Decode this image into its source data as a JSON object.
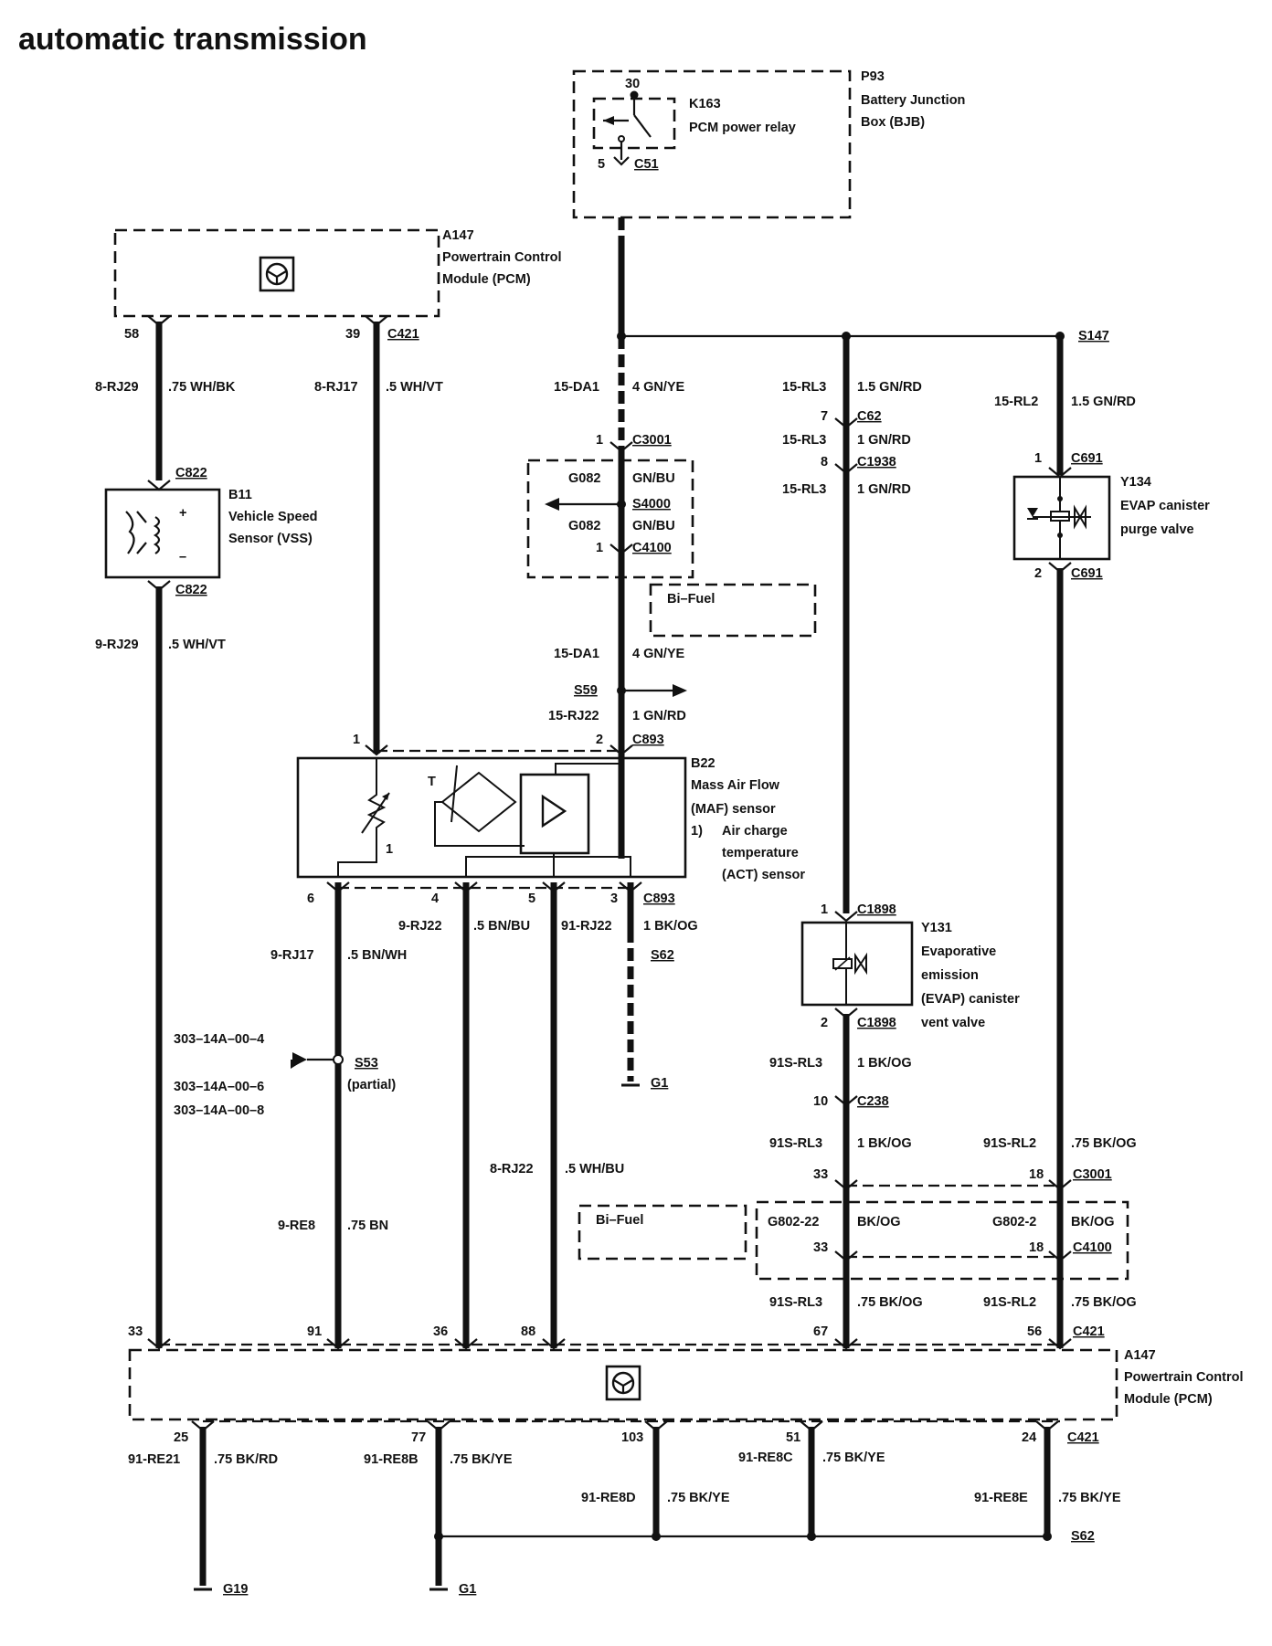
{
  "title": "automatic transmission",
  "components": {
    "p93": {
      "ref": "P93",
      "line1": "Battery Junction",
      "line2": "Box (BJB)"
    },
    "k163": {
      "ref": "K163",
      "line1": "PCM power relay",
      "pin_top": "30",
      "pin_bottom": "5",
      "connector": "C51"
    },
    "a147_top": {
      "ref": "A147",
      "line1": "Powertrain Control",
      "line2": "Module (PCM)",
      "connector": "C421"
    },
    "b11": {
      "ref": "B11",
      "line1": "Vehicle Speed",
      "line2": "Sensor (VSS)",
      "connector_top": "C822",
      "connector_bottom": "C822",
      "plus": "+",
      "minus": "–"
    },
    "b22": {
      "ref": "B22",
      "line1": "Mass Air Flow",
      "line2": "(MAF) sensor",
      "note_num": "1)",
      "note1": "Air charge",
      "note2": "temperature",
      "note3": "(ACT) sensor",
      "connector_top": "C893",
      "connector_bottom": "C893",
      "t_label": "T",
      "res_label": "1"
    },
    "y134": {
      "ref": "Y134",
      "line1": "EVAP canister",
      "line2": "purge valve",
      "connector_top": "C691",
      "connector_bottom": "C691"
    },
    "y131": {
      "ref": "Y131",
      "line1": "Evaporative",
      "line2": "emission",
      "line3": "(EVAP) canister",
      "line4": "vent valve",
      "connector_top": "C1898",
      "connector_bottom": "C1898"
    },
    "a147_bottom": {
      "ref": "A147",
      "line1": "Powertrain Control",
      "line2": "Module (PCM)"
    }
  },
  "bifuel": {
    "label1": "Bi–Fuel",
    "label2": "Bi–Fuel"
  },
  "wires": {
    "w58": {
      "pin": "58",
      "circuit": "8-RJ29",
      "spec": ".75 WH/BK"
    },
    "w39": {
      "pin": "39",
      "circuit": "8-RJ17",
      "spec": ".5 WH/VT"
    },
    "vss_out": {
      "circuit": "9-RJ29",
      "spec": ".5 WH/VT"
    },
    "da1_top": {
      "circuit": "15-DA1",
      "spec": "4 GN/YE"
    },
    "c3001_top": {
      "pin": "1",
      "connector": "C3001"
    },
    "g082_a": {
      "circuit": "G082",
      "spec": "GN/BU"
    },
    "s4000": {
      "splice": "S4000"
    },
    "g082_b": {
      "circuit": "G082",
      "spec": "GN/BU"
    },
    "c4100_top": {
      "pin": "1",
      "connector": "C4100"
    },
    "da1_bot": {
      "circuit": "15-DA1",
      "spec": "4 GN/YE"
    },
    "s59": {
      "splice": "S59"
    },
    "rj22": {
      "circuit": "15-RJ22",
      "spec": "1 GN/RD",
      "pin": "2"
    },
    "rl3_a": {
      "circuit": "15-RL3",
      "spec": "1.5 GN/RD"
    },
    "c62": {
      "pin": "7",
      "connector": "C62"
    },
    "rl3_b": {
      "circuit": "15-RL3",
      "spec": "1 GN/RD"
    },
    "c1938": {
      "pin": "8",
      "connector": "C1938"
    },
    "rl3_c": {
      "circuit": "15-RL3",
      "spec": "1 GN/RD"
    },
    "s147": {
      "splice": "S147"
    },
    "rl2": {
      "circuit": "15-RL2",
      "spec": "1.5 GN/RD"
    },
    "c691_pins": {
      "top": "1",
      "bottom": "2"
    },
    "b22_pins": {
      "p1": "1",
      "p6": "6",
      "p4": "4",
      "p5": "5",
      "p3": "3"
    },
    "rj22_b": {
      "circuit": "9-RJ22",
      "spec": ".5 BN/BU"
    },
    "rj22_c": {
      "circuit": "91-RJ22",
      "spec": "1 BK/OG"
    },
    "rj17": {
      "circuit": "9-RJ17",
      "spec": ".5 BN/WH"
    },
    "s62_top": {
      "splice": "S62"
    },
    "g1_top": {
      "ground": "G1"
    },
    "s53": {
      "splice": "S53",
      "note": "(partial)",
      "ref1": "303–14A–00–4",
      "ref2": "303–14A–00–6",
      "ref3": "303–14A–00–8"
    },
    "rj22_d": {
      "circuit": "8-RJ22",
      "spec": ".5 WH/BU"
    },
    "re8": {
      "circuit": "9-RE8",
      "spec": ".75 BN"
    },
    "y131_pins": {
      "top": "1",
      "bottom": "2"
    },
    "rl3_d": {
      "circuit": "91S-RL3",
      "spec": "1 BK/OG"
    },
    "c238": {
      "pin": "10",
      "connector": "C238"
    },
    "rl3_e": {
      "circuit": "91S-RL3",
      "spec": "1 BK/OG"
    },
    "rl2_b": {
      "circuit": "91S-RL2",
      "spec": ".75 BK/OG"
    },
    "c3001_b": {
      "pin_a": "33",
      "pin_b": "18",
      "connector": "C3001"
    },
    "g802_22": {
      "circuit": "G802-22",
      "spec": "BK/OG"
    },
    "g802_2": {
      "circuit": "G802-2",
      "spec": "BK/OG"
    },
    "c4100_b": {
      "pin_a": "33",
      "pin_b": "18",
      "connector": "C4100"
    },
    "rl3_f": {
      "circuit": "91S-RL3",
      "spec": ".75 BK/OG"
    },
    "rl2_c": {
      "circuit": "91S-RL2",
      "spec": ".75 BK/OG"
    },
    "pcm_pins_top": {
      "p33": "33",
      "p91": "91",
      "p36": "36",
      "p88": "88",
      "p67": "67",
      "p56": "56",
      "connector": "C421"
    },
    "pcm_pins_bot": {
      "p25": "25",
      "p77": "77",
      "p103": "103",
      "p51": "51",
      "p24": "24",
      "connector": "C421"
    },
    "re21": {
      "circuit": "91-RE21",
      "spec": ".75 BK/RD"
    },
    "re8b": {
      "circuit": "91-RE8B",
      "spec": ".75 BK/YE"
    },
    "re8d": {
      "circuit": "91-RE8D",
      "spec": ".75 BK/YE"
    },
    "re8c": {
      "circuit": "91-RE8C",
      "spec": ".75 BK/YE"
    },
    "re8e": {
      "circuit": "91-RE8E",
      "spec": ".75 BK/YE"
    },
    "s62_bot": {
      "splice": "S62"
    },
    "g19": {
      "ground": "G19"
    },
    "g1_bot": {
      "ground": "G1"
    }
  }
}
